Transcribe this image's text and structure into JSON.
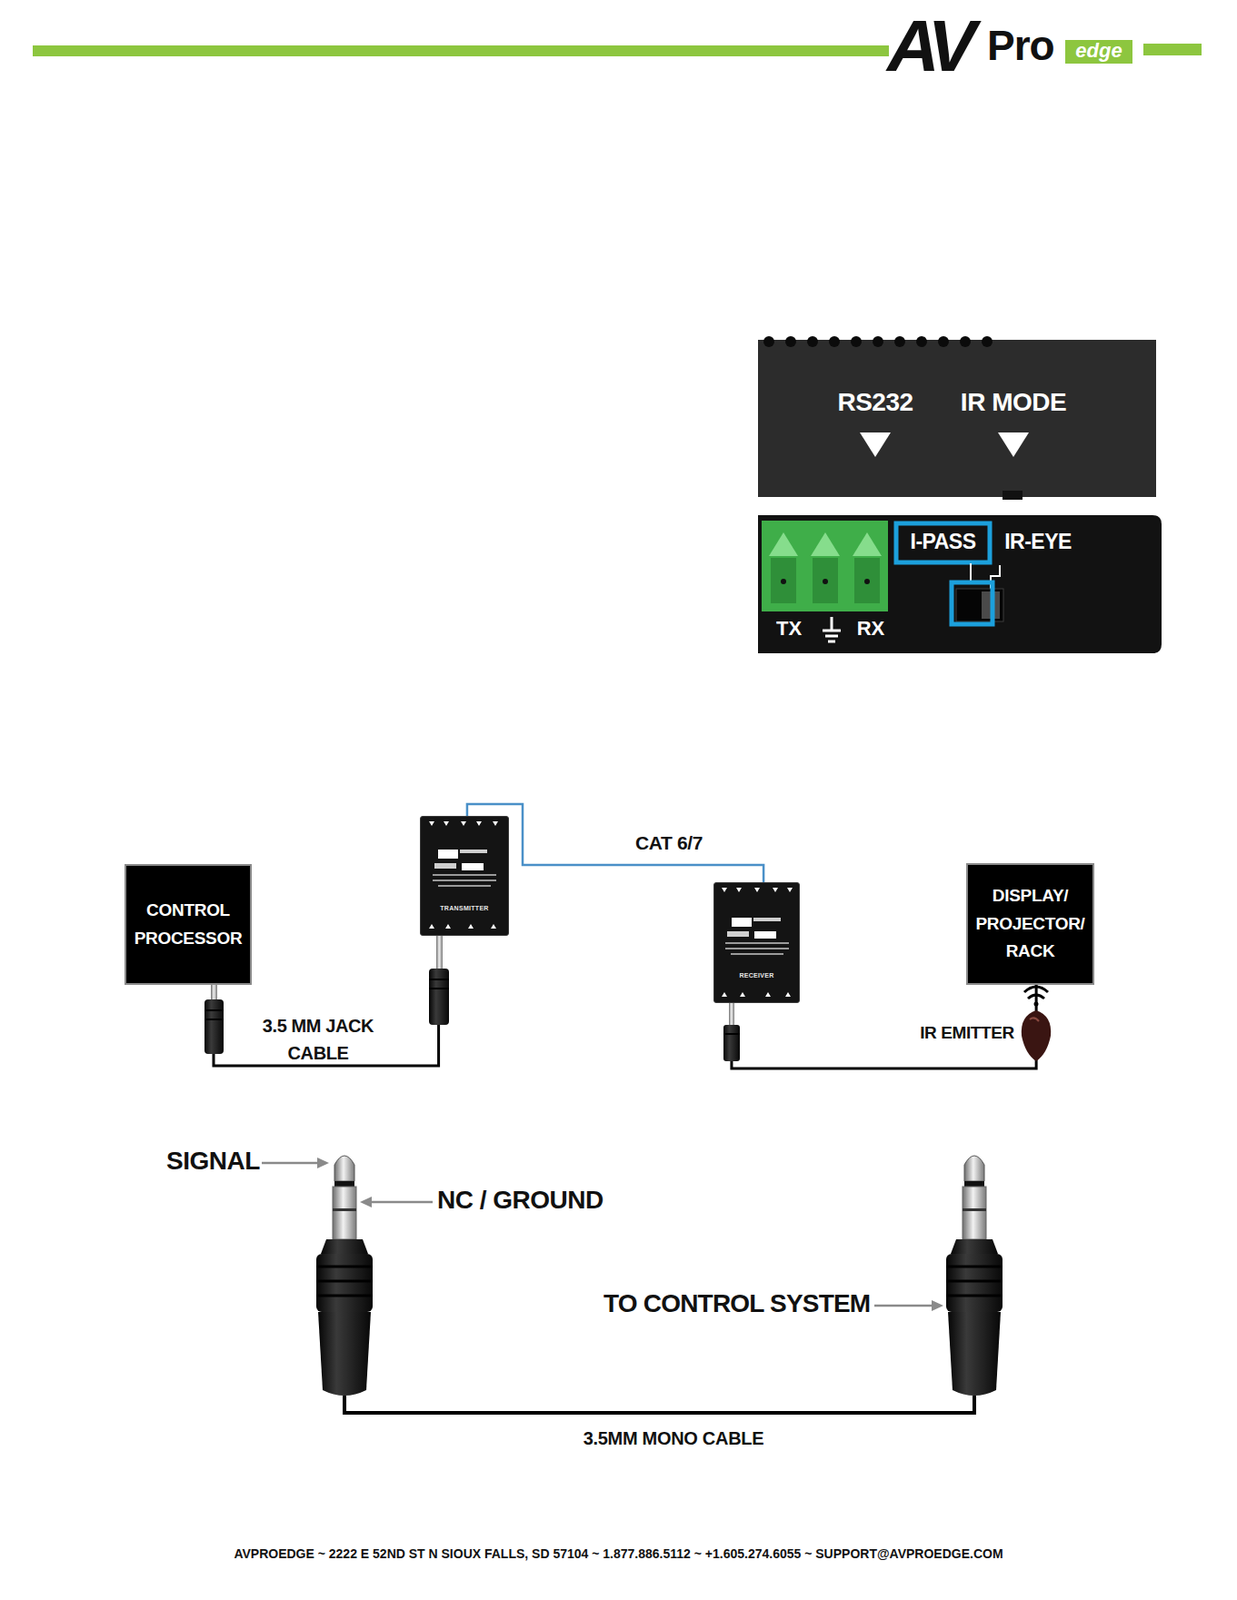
{
  "diagram": {
    "nodes": [
      {
        "text": [
          "CONTROL PROCESSOR"
        ]
      },
      {
        "text": [
          "TRANSMITTER"
        ]
      },
      {
        "text": [
          "RECEIVER"
        ]
      },
      {
        "text": [
          "DISPLAY/ PROJECTOR/ RACK"
        ]
      }
    ],
    "edges": [
      {
        "from": 0,
        "to": 1,
        "label": "3.5 MM JACK CABLE",
        "arrow": "none"
      },
      {
        "from": 1,
        "to": 2,
        "label": "CAT 6/7",
        "arrow": "none"
      },
      {
        "from": 2,
        "to": 3,
        "label": "IR EMITTER",
        "arrow": "none"
      }
    ],
    "labels": [
      "AV",
      "Pro",
      "edge",
      "RS232",
      "IR MODE",
      "I-PASS",
      "IR-EYE",
      "TX",
      "RX",
      "SIGNAL",
      "NC / GROUND",
      "TO CONTROL SYSTEM",
      "3.5MM MONO CABLE",
      "AVPROEDGE ~ 2222 E 52ND ST N SIOUX FALLS, SD 57104 ~ 1.877.886.5112 ~ +1.605.274.6055 ~ SUPPORT@AVPROEDGE.COM"
    ]
  }
}
